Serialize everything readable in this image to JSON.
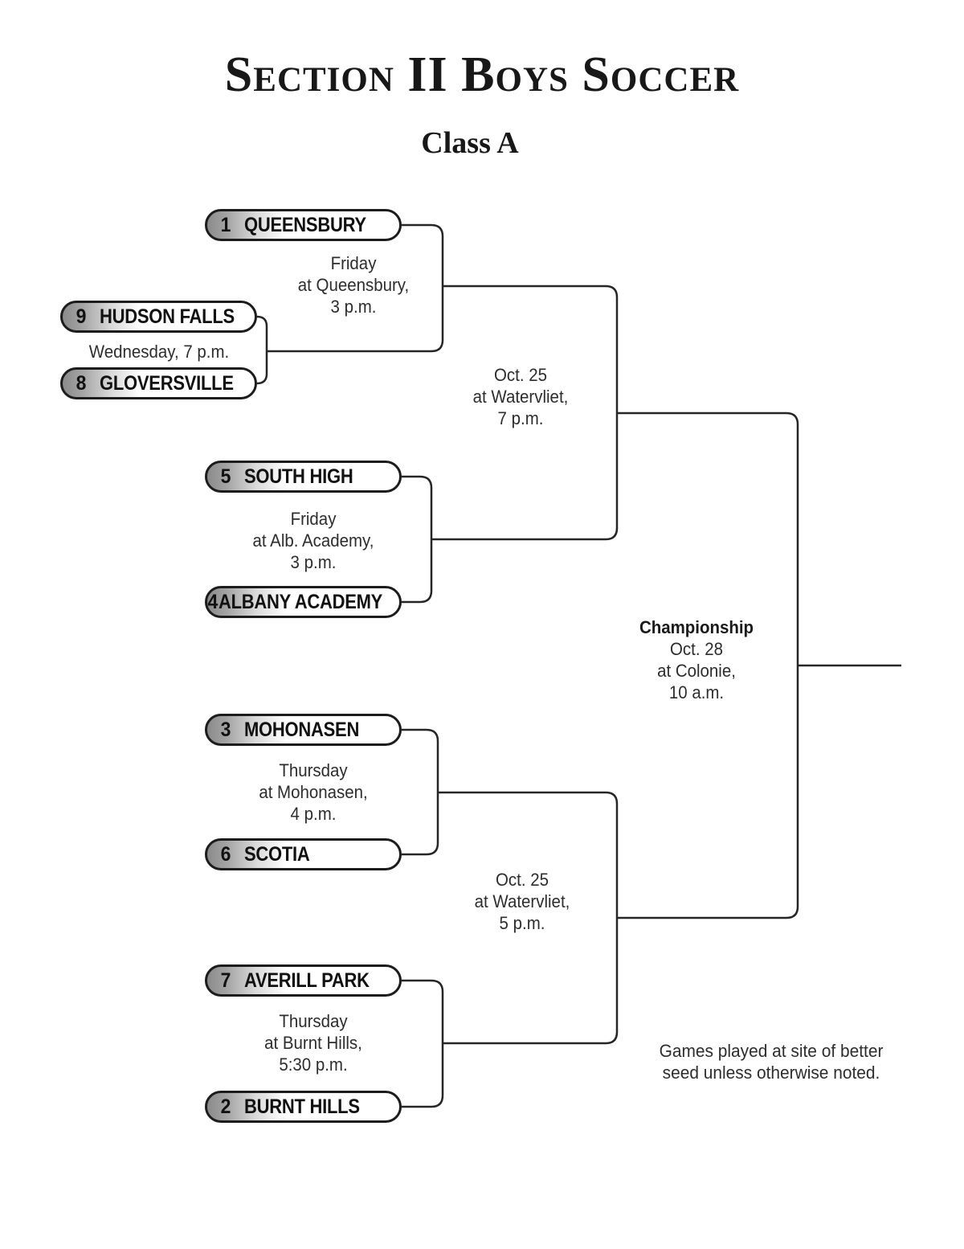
{
  "title": "Section II Boys Soccer",
  "subtitle": "Class A",
  "note": {
    "line1": "Games played at site of better",
    "line2": "seed unless otherwise noted."
  },
  "colors": {
    "line": "#262626",
    "text": "#1c1c1c",
    "seed_gradient": "#8a8a8a"
  },
  "teams": [
    {
      "seed": "1",
      "name": "QUEENSBURY"
    },
    {
      "seed": "9",
      "name": "HUDSON FALLS"
    },
    {
      "seed": "8",
      "name": "GLOVERSVILLE"
    },
    {
      "seed": "5",
      "name": "SOUTH HIGH"
    },
    {
      "seed": "4",
      "name": "ALBANY ACADEMY"
    },
    {
      "seed": "3",
      "name": "MOHONASEN"
    },
    {
      "seed": "6",
      "name": "SCOTIA"
    },
    {
      "seed": "7",
      "name": "AVERILL PARK"
    },
    {
      "seed": "2",
      "name": "BURNT HILLS"
    }
  ],
  "games": {
    "playin": {
      "detail": "Wednesday, 7 p.m."
    },
    "qf1": {
      "line1": "Friday",
      "line2": "at Queensbury,",
      "line3": "3 p.m."
    },
    "qf2": {
      "line1": "Friday",
      "line2": "at Alb. Academy,",
      "line3": "3 p.m."
    },
    "qf3": {
      "line1": "Thursday",
      "line2": "at Mohonasen,",
      "line3": "4 p.m."
    },
    "qf4": {
      "line1": "Thursday",
      "line2": "at Burnt Hills,",
      "line3": "5:30 p.m."
    },
    "sf1": {
      "line1": "Oct. 25",
      "line2": "at Watervliet,",
      "line3": "7 p.m."
    },
    "sf2": {
      "line1": "Oct. 25",
      "line2": "at Watervliet,",
      "line3": "5 p.m."
    },
    "final": {
      "label": "Championship",
      "line1": "Oct. 28",
      "line2": "at Colonie,",
      "line3": "10 a.m."
    }
  }
}
